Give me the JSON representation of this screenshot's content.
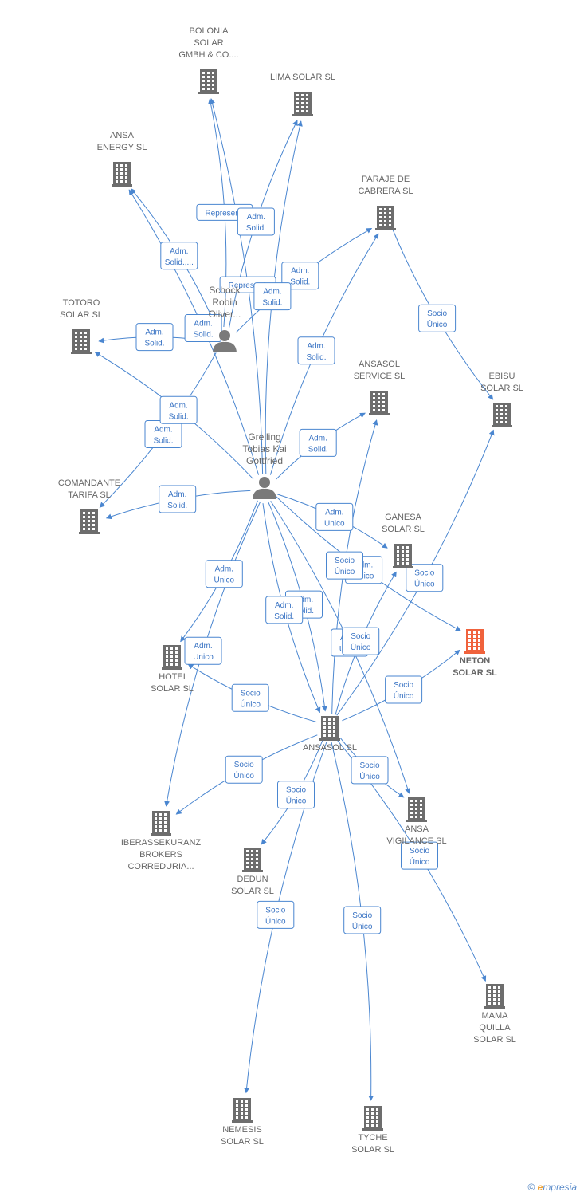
{
  "colors": {
    "edge": "#4a86d0",
    "building": "#6d6d6d",
    "highlight": "#f0623c",
    "label": "#666666"
  },
  "nodes": [
    {
      "id": "bolonia",
      "type": "company",
      "icon": "building-icon",
      "label": [
        "BOLONIA",
        "SOLAR",
        "GMBH & CO...."
      ]
    },
    {
      "id": "lima",
      "type": "company",
      "icon": "building-icon",
      "label": [
        "LIMA SOLAR SL"
      ]
    },
    {
      "id": "ansa_energy",
      "type": "company",
      "icon": "building-icon",
      "label": [
        "ANSA",
        "ENERGY SL"
      ]
    },
    {
      "id": "paraje",
      "type": "company",
      "icon": "building-icon",
      "label": [
        "PARAJE DE",
        "CABRERA SL"
      ]
    },
    {
      "id": "schock",
      "type": "person",
      "icon": "person-icon",
      "label": [
        "Schock",
        "Robin",
        "Oliver..."
      ]
    },
    {
      "id": "totoro",
      "type": "company",
      "icon": "building-icon",
      "label": [
        "TOTORO",
        "SOLAR SL"
      ]
    },
    {
      "id": "ansasol_service",
      "type": "company",
      "icon": "building-icon",
      "label": [
        "ANSASOL",
        "SERVICE SL"
      ]
    },
    {
      "id": "ebisu",
      "type": "company",
      "icon": "building-icon",
      "label": [
        "EBISU",
        "SOLAR SL"
      ]
    },
    {
      "id": "greiling",
      "type": "person",
      "icon": "person-icon",
      "label": [
        "Greiling",
        "Tobias Kai",
        "Gottfried"
      ]
    },
    {
      "id": "comandante",
      "type": "company",
      "icon": "building-icon",
      "label": [
        "COMANDANTE",
        "TARIFA SL"
      ]
    },
    {
      "id": "ganesa",
      "type": "company",
      "icon": "building-icon",
      "label": [
        "GANESA",
        "SOLAR SL"
      ]
    },
    {
      "id": "neton",
      "type": "company",
      "icon": "building-icon",
      "highlight": true,
      "label": [
        "NETON",
        "SOLAR SL"
      ]
    },
    {
      "id": "hotei",
      "type": "company",
      "icon": "building-icon",
      "label": [
        "HOTEI",
        "SOLAR SL"
      ]
    },
    {
      "id": "ansasol",
      "type": "company",
      "icon": "building-icon",
      "label": [
        "ANSASOL SL"
      ]
    },
    {
      "id": "iberas",
      "type": "company",
      "icon": "building-icon",
      "label": [
        "IBERASSEKURANZ",
        "BROKERS",
        "CORREDURIA..."
      ]
    },
    {
      "id": "ansa_vig",
      "type": "company",
      "icon": "building-icon",
      "label": [
        "ANSA",
        "VIGILANCE SL"
      ]
    },
    {
      "id": "dedun",
      "type": "company",
      "icon": "building-icon",
      "label": [
        "DEDUN",
        "SOLAR SL"
      ]
    },
    {
      "id": "mama",
      "type": "company",
      "icon": "building-icon",
      "label": [
        "MAMA",
        "QUILLA",
        "SOLAR SL"
      ]
    },
    {
      "id": "nemesis",
      "type": "company",
      "icon": "building-icon",
      "label": [
        "NEMESIS",
        "SOLAR SL"
      ]
    },
    {
      "id": "tyche",
      "type": "company",
      "icon": "building-icon",
      "label": [
        "TYCHE",
        "SOLAR SL"
      ]
    }
  ],
  "edges": [
    {
      "from": "schock",
      "to": "bolonia",
      "label": [
        "Represent."
      ]
    },
    {
      "from": "schock",
      "to": "lima",
      "label": [
        "Adm.",
        "Solid."
      ]
    },
    {
      "from": "schock",
      "to": "ansa_energy",
      "label": [
        "Adm.",
        "Solid.,..."
      ]
    },
    {
      "from": "schock",
      "to": "paraje",
      "label": [
        "Adm.",
        "Solid."
      ]
    },
    {
      "from": "schock",
      "to": "totoro",
      "label": [
        "Adm.",
        "Solid."
      ]
    },
    {
      "from": "schock",
      "to": "comandante",
      "label": [
        "Adm.",
        "Solid."
      ]
    },
    {
      "from": "greiling",
      "to": "bolonia",
      "label": [
        "Represent."
      ]
    },
    {
      "from": "greiling",
      "to": "lima",
      "label": [
        "Adm.",
        "Solid."
      ]
    },
    {
      "from": "greiling",
      "to": "ansa_energy",
      "label": [
        "Adm.",
        "Solid."
      ]
    },
    {
      "from": "greiling",
      "to": "paraje",
      "label": [
        "Adm.",
        "Solid."
      ]
    },
    {
      "from": "greiling",
      "to": "totoro",
      "label": [
        "Adm.",
        "Solid."
      ]
    },
    {
      "from": "greiling",
      "to": "ansasol_service",
      "label": [
        "Adm.",
        "Solid."
      ]
    },
    {
      "from": "greiling",
      "to": "comandante",
      "label": [
        "Adm.",
        "Solid."
      ]
    },
    {
      "from": "greiling",
      "to": "ganesa",
      "label": [
        "Adm.",
        "Unico"
      ]
    },
    {
      "from": "greiling",
      "to": "neton",
      "label": [
        "Adm.",
        "Unico"
      ]
    },
    {
      "from": "greiling",
      "to": "hotei",
      "label": [
        "Adm.",
        "Unico"
      ]
    },
    {
      "from": "greiling",
      "to": "iberas",
      "label": [
        "Adm.",
        "Unico"
      ]
    },
    {
      "from": "greiling",
      "to": "ansasol",
      "label": [
        "Adm.",
        "Solid."
      ]
    },
    {
      "from": "greiling",
      "to": "ansasol",
      "label": [
        "Adm.",
        "Solid."
      ]
    },
    {
      "from": "greiling",
      "to": "ansa_vig",
      "label": [
        "Adm.",
        "Unico"
      ]
    },
    {
      "from": "paraje",
      "to": "ebisu",
      "label": [
        "Socio",
        "Único"
      ]
    },
    {
      "from": "ansasol",
      "to": "ansasol_service",
      "label": [
        "Socio",
        "Único"
      ]
    },
    {
      "from": "ansasol",
      "to": "ebisu",
      "label": [
        "Socio",
        "Único"
      ]
    },
    {
      "from": "ansasol",
      "to": "ganesa",
      "label": [
        "Socio",
        "Único"
      ]
    },
    {
      "from": "ansasol",
      "to": "neton",
      "label": [
        "Socio",
        "Único"
      ]
    },
    {
      "from": "ansasol",
      "to": "hotei",
      "label": [
        "Socio",
        "Único"
      ]
    },
    {
      "from": "ansasol",
      "to": "iberas",
      "label": [
        "Socio",
        "Único"
      ]
    },
    {
      "from": "ansasol",
      "to": "dedun",
      "label": [
        "Socio",
        "Único"
      ]
    },
    {
      "from": "ansasol",
      "to": "ansa_vig",
      "label": [
        "Socio",
        "Único"
      ]
    },
    {
      "from": "ansasol",
      "to": "mama",
      "label": [
        "Socio",
        "Único"
      ]
    },
    {
      "from": "ansasol",
      "to": "nemesis",
      "label": [
        "Socio",
        "Único"
      ]
    },
    {
      "from": "ansasol",
      "to": "tyche",
      "label": [
        "Socio",
        "Único"
      ]
    }
  ],
  "footer": {
    "copyright": "©",
    "brand_initial": "e",
    "brand_rest": "mpresia"
  }
}
